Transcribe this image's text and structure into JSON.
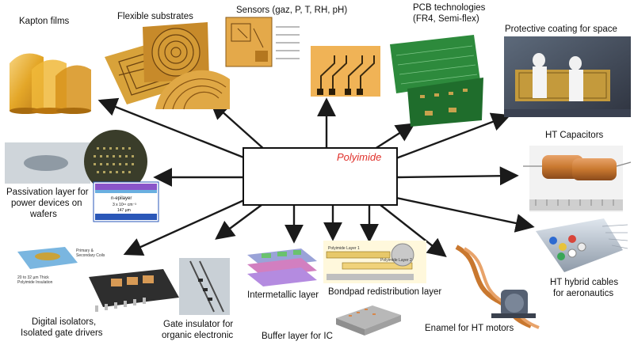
{
  "center": {
    "title": "Polyimide"
  },
  "labels": {
    "kapton": "Kapton films",
    "flexible": "Flexible substrates",
    "sensors": "Sensors (gaz, P, T, RH, pH)",
    "pcb_line1": "PCB technologies",
    "pcb_line2": "(FR4, Semi-flex)",
    "protective": "Protective coating for space",
    "passivation_line1": "Passivation layer for",
    "passivation_line2": "power devices on",
    "passivation_line3": "wafers",
    "ht_capacitors": "HT Capacitors",
    "ht_cables_line1": "HT hybrid cables",
    "ht_cables_line2": "for aeronautics",
    "digital_line1": "Digital isolators,",
    "digital_line2": "Isolated gate drivers",
    "gate_line1": "Gate insulator for",
    "gate_line2": "organic electronic",
    "intermetallic": "Intermetallic layer",
    "buffer": "Buffer layer for IC",
    "bondpad": "Bondpad redistribution layer",
    "enamel": "Enamel for HT motors"
  },
  "figure_text": {
    "npp_title": "n-epilayer",
    "npp_line1": "3 x 10¹⁴ cm⁻³",
    "npp_line2": "147 µm",
    "iso_label1": "Primary &",
    "iso_label2": "Secondary Coils",
    "iso_label3": "20 to 32 µm Thick",
    "iso_label4": "Polyimide Insulation",
    "bond_layer1": "Polyimide Layer 2",
    "bond_layer2": "Polyimide Layer 1"
  },
  "colors": {
    "arrow": "#1a1a1a",
    "accent_title": "#e0302a",
    "kapton": "#e2a21d",
    "copper": "#c9782f",
    "pcb_green": "#2d8a3c"
  }
}
